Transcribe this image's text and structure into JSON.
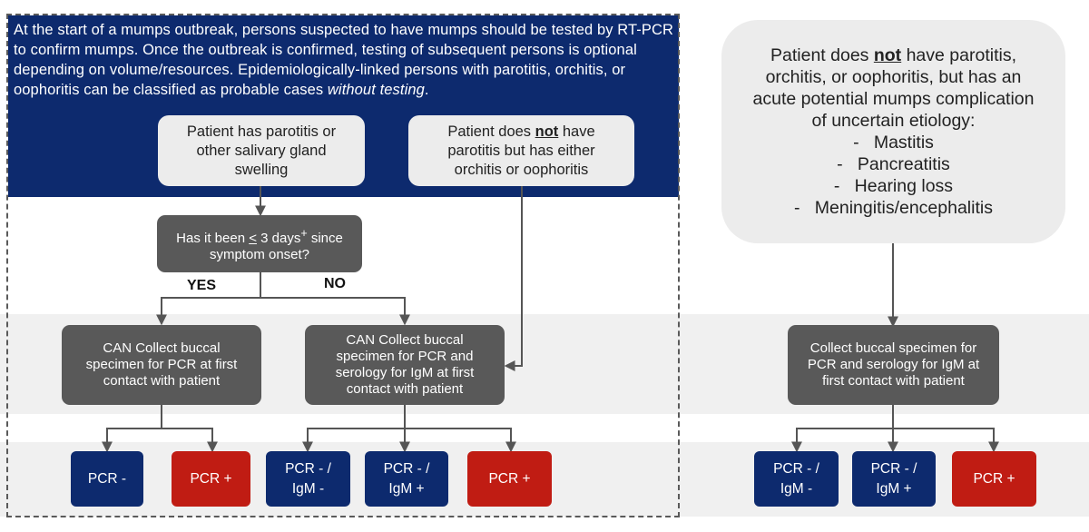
{
  "intro": {
    "text": "At the start of a mumps outbreak, persons suspected to have mumps should be tested by RT-PCR to confirm mumps. Once the outbreak is confirmed, testing of subsequent persons is optional depending on volume/resources. Epidemiologically-linked persons with parotitis, orchitis, or oophoritis can be classified as probable cases ",
    "italic": "without testing",
    "end": "."
  },
  "box_parotitis": {
    "line1": "Patient has parotitis or",
    "line2": "other salivary gland",
    "line3": "swelling"
  },
  "box_orchitis": {
    "pre": "Patient does ",
    "emph": "not",
    "post": " have",
    "line2": "parotitis but has either",
    "line3": "orchitis or oophoritis"
  },
  "box_days": {
    "pre": "Has it been ",
    "le": "<",
    "num": " 3 days",
    "sup": "+",
    "post": " since",
    "line2": "symptom onset?"
  },
  "labels": {
    "yes": "YES",
    "no": "NO"
  },
  "box_pcr_only": {
    "line1": "CAN Collect buccal",
    "line2": "specimen for PCR at first",
    "line3": "contact with patient"
  },
  "box_pcr_igm": {
    "line1": "CAN Collect buccal",
    "line2": "specimen for PCR and",
    "line3": "serology for IgM at first",
    "line4": "contact with patient"
  },
  "right_panel": {
    "pre": "Patient does ",
    "emph": "not",
    "post": " have parotitis,",
    "line2": "orchitis, or oophoritis, but has an",
    "line3": "acute potential mumps complication",
    "line4": "of uncertain etiology:",
    "items": [
      "-   Mastitis",
      "-   Pancreatitis",
      "-   Hearing loss",
      "-   Meningitis/encephalitis"
    ]
  },
  "box_right_collect": {
    "line1": "Collect buccal specimen for",
    "line2": "PCR and serology for IgM at",
    "line3": "first contact with patient"
  },
  "results": {
    "pcr_neg": "PCR -",
    "pcr_pos": "PCR +",
    "pcr_neg_igm_neg_1": "PCR - /",
    "pcr_neg_igm_neg_2": "IgM -",
    "pcr_neg_igm_pos_1": "PCR - /",
    "pcr_neg_igm_pos_2": "IgM +"
  },
  "colors": {
    "navy": "#0d2a6e",
    "red": "#c01c13",
    "dark_gray": "#595959",
    "light_gray": "#ececec"
  }
}
